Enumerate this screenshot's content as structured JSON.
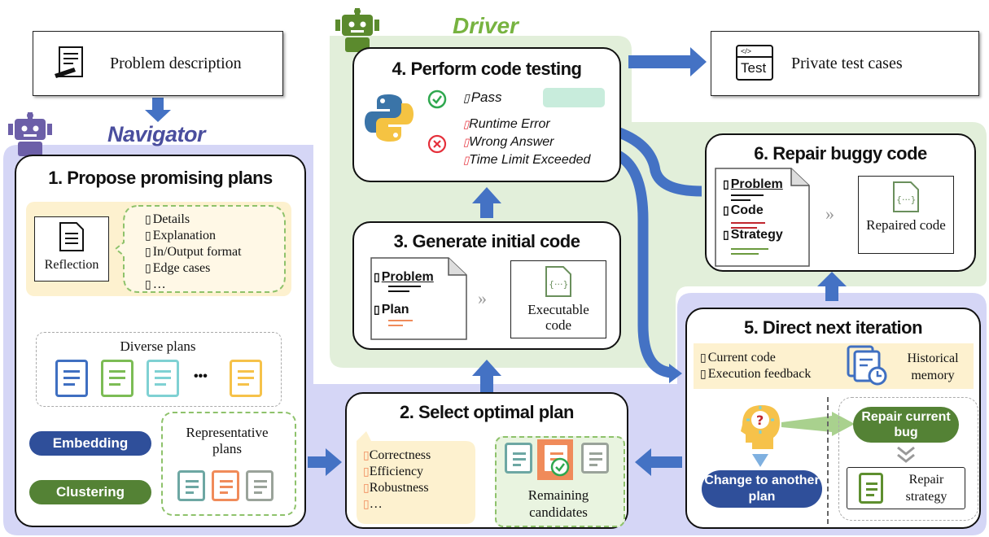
{
  "agents": {
    "navigator": "Navigator",
    "driver": "Driver"
  },
  "problem_description": "Problem description",
  "private_tests": {
    "label": "Private test cases",
    "icon_text": "Test"
  },
  "step1": {
    "title": "1. Propose promising plans",
    "reflection": "Reflection",
    "items": [
      "Details",
      "Explanation",
      "In/Output format",
      "Edge cases",
      "…"
    ],
    "diverse_plans": "Diverse plans",
    "ellipsis": "•••",
    "embedding": "Embedding",
    "clustering": "Clustering",
    "representative": "Representative plans"
  },
  "step2": {
    "title": "2. Select optimal plan",
    "criteria": [
      "Correctness",
      "Efficiency",
      "Robustness",
      "…"
    ],
    "remaining": "Remaining candidates"
  },
  "step3": {
    "title": "3. Generate initial code",
    "problem": "Problem",
    "plan": "Plan",
    "executable": "Executable code",
    "code_glyph": "{···}"
  },
  "step4": {
    "title": "4. Perform code testing",
    "pass": "Pass",
    "errors": [
      "Runtime Error",
      "Wrong Answer",
      "Time Limit Exceeded"
    ]
  },
  "step5": {
    "title": "5. Direct next iteration",
    "items": [
      "Current code",
      "Execution feedback"
    ],
    "historical": "Historical memory",
    "repair_bug": "Repair current bug",
    "change_plan": "Change to another plan",
    "repair_strategy": "Repair strategy"
  },
  "step6": {
    "title": "6. Repair buggy code",
    "problem": "Problem",
    "code": "Code",
    "strategy": "Strategy",
    "repaired": "Repaired code",
    "code_glyph": "{···}"
  },
  "colors": {
    "navigator_bg": "#d5d6f6",
    "driver_bg": "#e2efda",
    "arrow_blue": "#4472c4",
    "note_yellow": "#fdf1cf",
    "green": "#548235",
    "navy": "#2f4f9a"
  }
}
